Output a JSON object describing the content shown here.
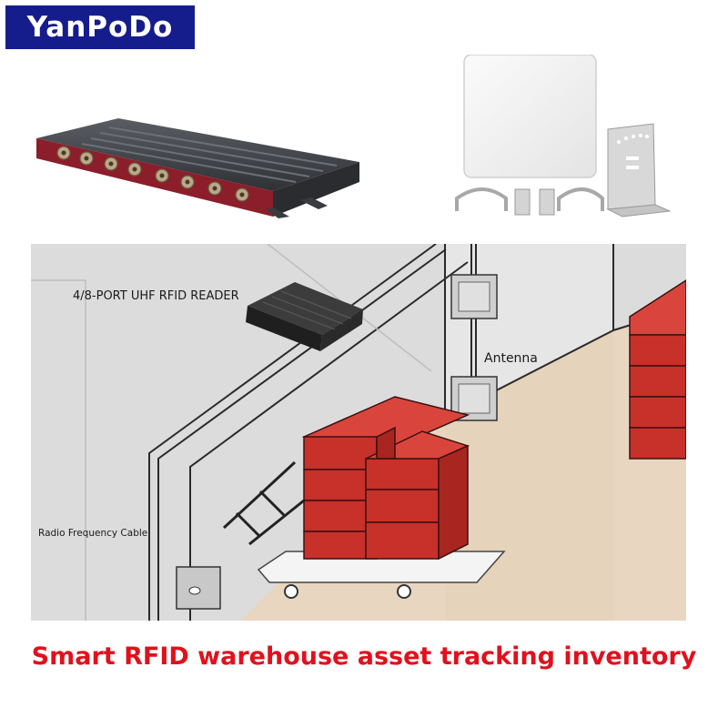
{
  "brand": {
    "logo_text": "YanPoDo"
  },
  "scene": {
    "reader_label": "4/8-PORT UHF RFID READER",
    "antenna_label": "Antenna",
    "cable_label": "Radio Frequency Cable"
  },
  "caption": "Smart RFID warehouse asset tracking inventory",
  "colors": {
    "brand_bg": "#151d8c",
    "caption": "#e0111d",
    "box_red": "#c8302a",
    "floor": "#e8d6c0",
    "wall": "#dedede",
    "reader_port": "#8b1e2a"
  }
}
